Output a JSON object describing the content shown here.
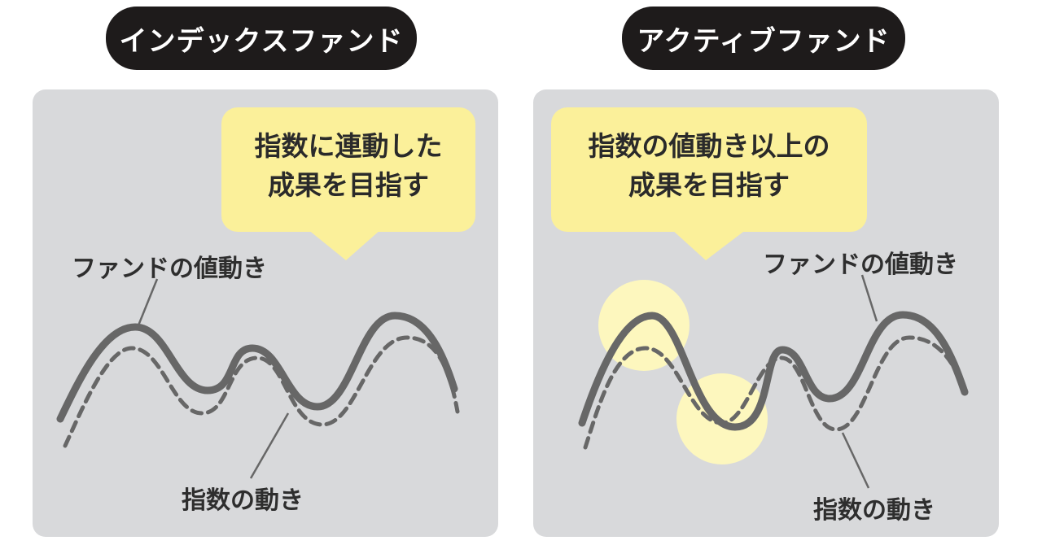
{
  "left": {
    "title": "インデックスファンド",
    "callout_line1": "指数に連動した",
    "callout_line2": "成果を目指す",
    "fund_label": "ファンドの値動き",
    "index_label": "指数の動き"
  },
  "right": {
    "title": "アクティブファンド",
    "callout_line1": "指数の値動き以上の",
    "callout_line2": "成果を目指す",
    "fund_label": "ファンドの値動き",
    "index_label": "指数の動き"
  },
  "colors": {
    "pill_bg": "#1e1b1b",
    "panel_bg": "#d8d9db",
    "callout_bg": "#fbf09a",
    "highlight": "#fdf7be",
    "line": "#676767"
  }
}
